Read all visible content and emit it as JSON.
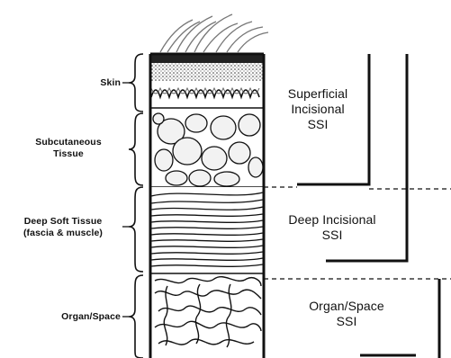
{
  "layers": {
    "skin": "Skin",
    "subcutaneous_line1": "Subcutaneous",
    "subcutaneous_line2": "Tissue",
    "deep_soft_line1": "Deep Soft Tissue",
    "deep_soft_line2": "(fascia & muscle)",
    "organ_space": "Organ/Space"
  },
  "classifications": {
    "superficial_line1": "Superficial",
    "superficial_line2": "Incisional",
    "superficial_line3": "SSI",
    "deep_line1": "Deep Incisional",
    "deep_line2": "SSI",
    "organ_line1": "Organ/Space",
    "organ_line2": "SSI"
  }
}
